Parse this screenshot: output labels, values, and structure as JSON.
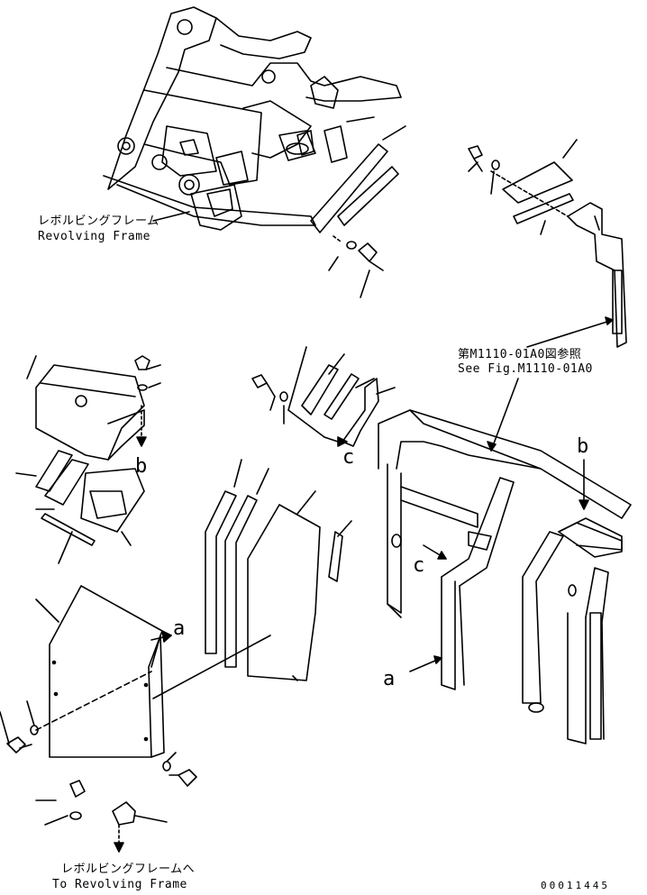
{
  "labels": {
    "revolving_frame_jp": "レボルビングフレーム",
    "revolving_frame_en": "Revolving Frame",
    "see_fig_jp": "第M1110-01A0図参照",
    "see_fig_en": "See Fig.M1110-01A0",
    "to_revolving_frame_jp": "レボルビングフレームへ",
    "to_revolving_frame_en": "To Revolving Frame"
  },
  "callouts": {
    "a": "a",
    "b": "b",
    "c": "c"
  },
  "part_number": "00011445"
}
